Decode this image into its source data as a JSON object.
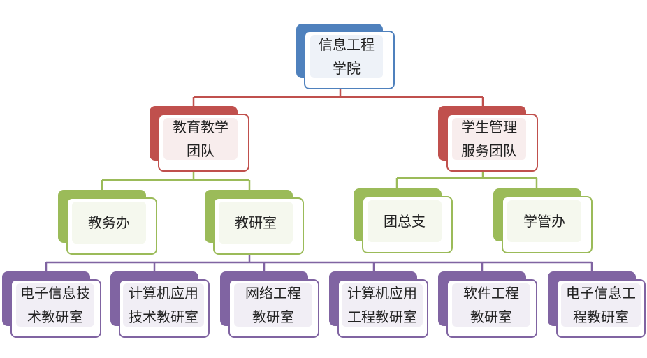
{
  "colors": {
    "blue": "#4f81bd",
    "blue_fill": "#eef2f8",
    "red": "#c0504d",
    "red_fill": "#f8eded",
    "green": "#9bbb59",
    "green_fill": "#f5f8ee",
    "purple": "#8064a2",
    "purple_fill": "#f1eef5"
  },
  "root": {
    "label": "信息工程\n学院"
  },
  "teams": [
    {
      "label": "教育教学\n团队"
    },
    {
      "label": "学生管理\n服务团队"
    }
  ],
  "offices": [
    {
      "label": "教务办"
    },
    {
      "label": "教研室"
    },
    {
      "label": "团总支"
    },
    {
      "label": "学管办"
    }
  ],
  "sections": [
    {
      "label": "电子信息技\n术教研室"
    },
    {
      "label": "计算机应用\n技术教研室"
    },
    {
      "label": "网络工程\n教研室"
    },
    {
      "label": "计算机应用\n工程教研室"
    },
    {
      "label": "软件工程\n教研室"
    },
    {
      "label": "电子信息工\n程教研室"
    }
  ]
}
